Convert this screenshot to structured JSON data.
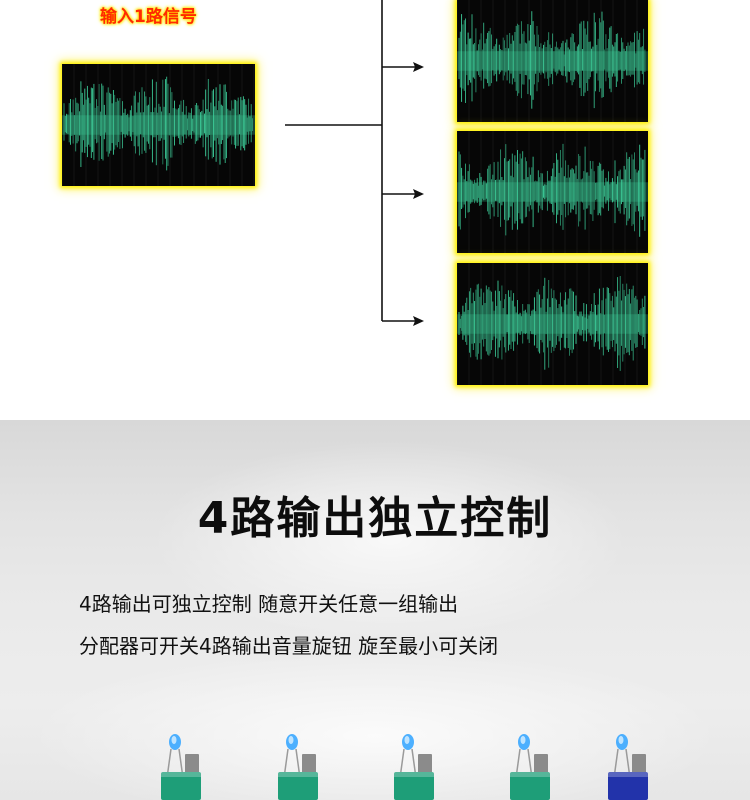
{
  "diagram": {
    "input_label": "输入1路信号",
    "arrow_count": 3,
    "colors": {
      "wave": "#3fd6a0",
      "glow": "#fff200",
      "label": "#ff2a00",
      "box": "#060606"
    }
  },
  "section2": {
    "headline": "4路输出独立控制",
    "line1": "4路输出可独立控制 随意开关任意一组输出",
    "line2": "分配器可开关4路输出音量旋钮 旋至最小可关闭"
  },
  "knobs": [
    {
      "name": "potentiometer-1",
      "led_color": "#3aa7ff",
      "body_color": "#1e9e78"
    },
    {
      "name": "potentiometer-2",
      "led_color": "#3aa7ff",
      "body_color": "#1e9e78"
    },
    {
      "name": "potentiometer-3",
      "led_color": "#3aa7ff",
      "body_color": "#1e9e78"
    },
    {
      "name": "potentiometer-4",
      "led_color": "#3aa7ff",
      "body_color": "#1e9e78"
    },
    {
      "name": "potentiometer-5",
      "led_color": "#3aa7ff",
      "body_color": "#2233aa"
    }
  ]
}
